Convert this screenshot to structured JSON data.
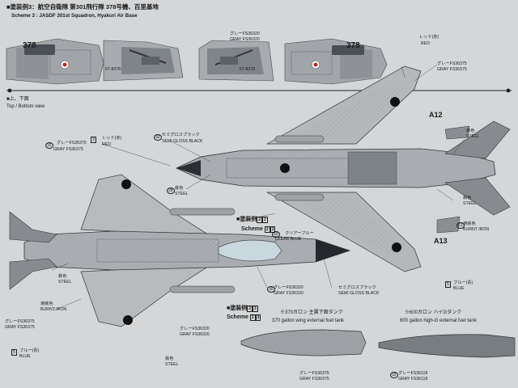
{
  "header": {
    "title_jp": "■塗装例3：航空自衛隊 第301飛行隊 378号機、百里基地",
    "title_en": "Scheme 3 : JASDF 301st Squadron, Hyakuri Air Base",
    "scheme_num": "3"
  },
  "top_bottom_label": {
    "jp": "■上、下面",
    "en": "Top / Bottom view"
  },
  "tail_numbers": {
    "nose": "378",
    "fin_left": "67-8378",
    "fin_right": "67-8378",
    "nose_right": "378"
  },
  "section_labels": {
    "a12": "A12",
    "a13": "A13"
  },
  "colors": {
    "gray_36320": {
      "jp": "グレーFS36320",
      "en": "GRAY FS36320",
      "num": "30",
      "hex": "#9a9ea3"
    },
    "gray_36375": {
      "jp": "グレーFS36375",
      "en": "GRAY FS36375",
      "num": "32",
      "hex": "#b6b9bc"
    },
    "gray_36118": {
      "jp": "グレーFS36118",
      "en": "GRAY FS36118",
      "num": "33",
      "hex": "#6d7277"
    },
    "red": {
      "jp": "レッド(赤)",
      "en": "RED",
      "num": "3"
    },
    "semi_gloss_black": {
      "jp": "セミグロスブラック",
      "en": "SEMI GLOSS BLACK",
      "num": "92"
    },
    "steel": {
      "jp": "鉄色",
      "en": "STEEL",
      "num": "28"
    },
    "burnt_iron": {
      "jp": "焼鉄色",
      "en": "BURNT IRON",
      "num": "61"
    },
    "clear_blue": {
      "jp": "クリアーブルー",
      "en": "CLEAR BLUE",
      "num": "50"
    },
    "blue": {
      "jp": "ブルー(青)",
      "en": "BLUE",
      "num": "5"
    }
  },
  "scheme23": {
    "jp": "■塗装例",
    "en": "Scheme",
    "n1": "2",
    "n2": "3"
  },
  "tanks": {
    "t370": {
      "jp": "※370ガロン 主翼下面タンク",
      "en": "370 gallon wing external fuel tank"
    },
    "t600": {
      "jp": "※600ガロン ハイGタンク",
      "en": "600 gallon high-G external fuel tank"
    }
  },
  "callouts": [
    "3",
    "32",
    "92",
    "9",
    "28",
    "61",
    "2",
    "23",
    "30",
    "50",
    "5",
    "8",
    "33"
  ]
}
